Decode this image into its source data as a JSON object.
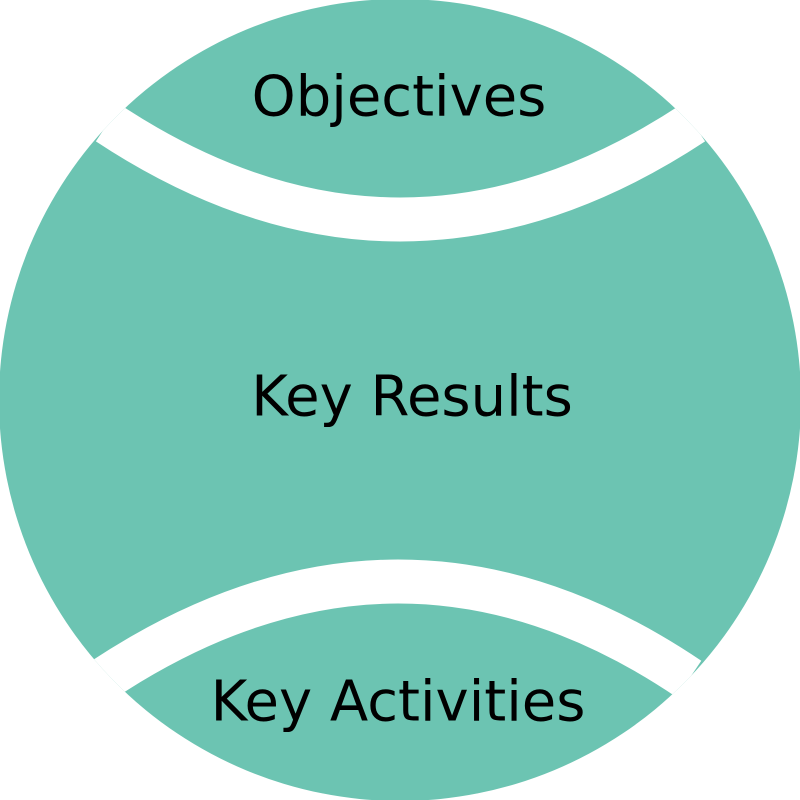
{
  "diagram": {
    "sections": {
      "top": "Objectives",
      "middle": "Key Results",
      "bottom": "Key Activities"
    }
  },
  "colors": {
    "fill": "#6cc4b2",
    "seam": "#ffffff",
    "text": "#000000",
    "background": "#ffffff"
  }
}
